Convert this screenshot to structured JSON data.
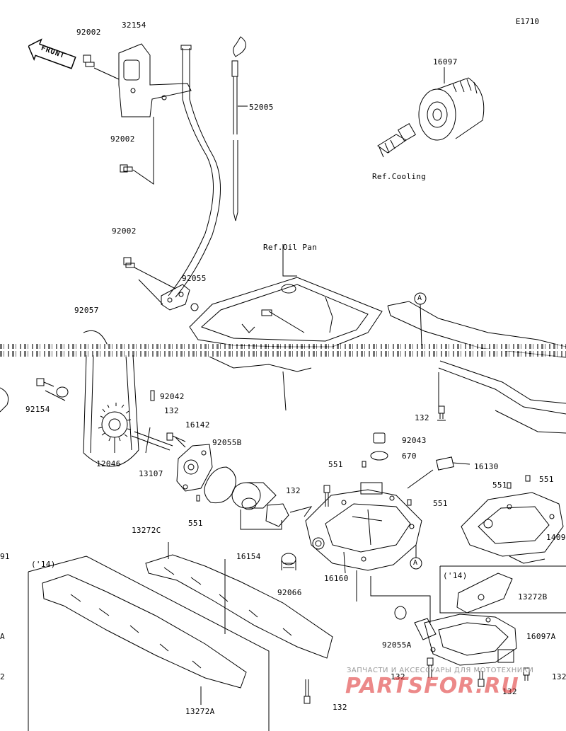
{
  "diagram_id": "E1710",
  "front_label": "FRONT",
  "ref_labels": {
    "cooling": "Ref.Cooling",
    "oil_pan": "Ref.Oil Pan",
    "a_top": "A",
    "a_bottom": "A",
    "year_left": "('14)",
    "year_right": "('14)"
  },
  "parts": {
    "p92002_a": "92002",
    "p32154": "32154",
    "p92002_b": "92002",
    "p52005": "52005",
    "p16097": "16097",
    "p92002_c": "92002",
    "p92055": "92055",
    "p92057": "92057",
    "p92154": "92154",
    "p92042": "92042",
    "p132_a": "132",
    "p16142": "16142",
    "p92055B": "92055B",
    "p12046": "12046",
    "p13107": "13107",
    "p551_a": "551",
    "p132_b": "132",
    "p92043": "92043",
    "p670": "670",
    "p16130": "16130",
    "p551_b": "551",
    "p132_c": "132",
    "p551_c": "551",
    "p551_d": "551",
    "p551_e": "551",
    "p1409": "1409",
    "p13272C": "13272C",
    "p16154": "16154",
    "p92066": "92066",
    "p16160": "16160",
    "p13272B": "13272B",
    "p92055A": "92055A",
    "p16097A": "16097A",
    "p132_d": "132",
    "p132_e": "132",
    "p132_f": "132",
    "p132_g": "132",
    "p13272A": "13272A",
    "edge_91": "91",
    "edge_A": "A",
    "edge_2": "2"
  },
  "watermark": {
    "top": "ЗАПЧАСТИ И АКСЕССУАРЫ ДЛЯ МОТОТЕХНИКИ",
    "logo": "PARTSFOR.RU"
  }
}
